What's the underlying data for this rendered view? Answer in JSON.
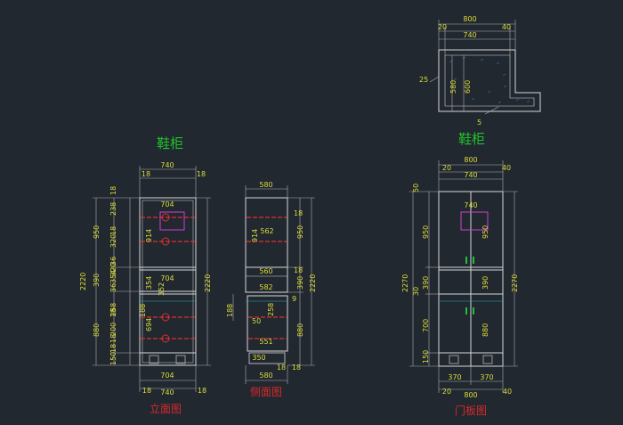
{
  "colors": {
    "background": "#212830",
    "outline": "#d8d8d8",
    "dimension": "#dcdc3a",
    "title": "#22c22a",
    "caption": "#d62a2a",
    "shelf": "#e03030",
    "marker": "#d040d0",
    "handle": "#20c040",
    "cyan": "#20b0c0",
    "hatch": "#3c6ad0"
  },
  "titles": {
    "left": "鞋柜",
    "right": "鞋柜"
  },
  "captions": {
    "front": "立面图",
    "side": "侧面图",
    "door": "门板图"
  },
  "dims": {
    "plan_w": "800",
    "plan_l": "20",
    "plan_in": "740",
    "plan_r": "40",
    "plan_25": "25",
    "plan_580": "580",
    "plan_600": "600",
    "plan_5": "5",
    "f_top_w": "740",
    "f_top_l": "18",
    "f_top_r": "18",
    "f_s18a": "18",
    "f_238": "238",
    "f_950": "950",
    "f_2220": "2220",
    "f_2220r": "2220",
    "f_s18b": "18",
    "f_320a": "320",
    "f_36a": "36",
    "f_320b": "320",
    "f_390": "390",
    "f_36b": "36",
    "f_354a": "354",
    "f_18c": "18",
    "f_258": "258",
    "f_880": "880",
    "f_18d": "18",
    "f_200": "200",
    "f_18e": "18",
    "f_150": "150",
    "f_704a": "704",
    "f_914": "914",
    "f_704b": "704",
    "f_354b": "354",
    "f_352": "352",
    "f_694": "694",
    "f_188": "188",
    "f_bot_704": "704",
    "f_bot_l": "18",
    "f_bot_in": "740",
    "f_bot_r": "18",
    "s_top": "580",
    "s_18a": "18",
    "s_950": "950",
    "s_562": "562",
    "s_914": "914",
    "s_18b": "18",
    "s_390": "390",
    "s_2220": "2220",
    "s_560": "560",
    "s_582": "582",
    "s_9": "9",
    "s_188": "188",
    "s_258": "258",
    "s_50": "50",
    "s_880": "880",
    "s_551": "551",
    "s_350": "350",
    "s_18c": "18",
    "s_bot": "580",
    "s_18d": "18",
    "d_top_w": "800",
    "d_top_l": "20",
    "d_top_in": "740",
    "d_top_r": "40",
    "d_50": "50",
    "d_740": "740",
    "d_950": "950",
    "d_950r": "950",
    "d_2270": "2270",
    "d_2270r": "2270",
    "d_30": "30",
    "d_390": "390",
    "d_390r": "390",
    "d_700": "700",
    "d_880": "880",
    "d_150": "150",
    "d_370a": "370",
    "d_370b": "370",
    "d_bot_l": "20",
    "d_bot_w": "800",
    "d_bot_r": "40"
  }
}
